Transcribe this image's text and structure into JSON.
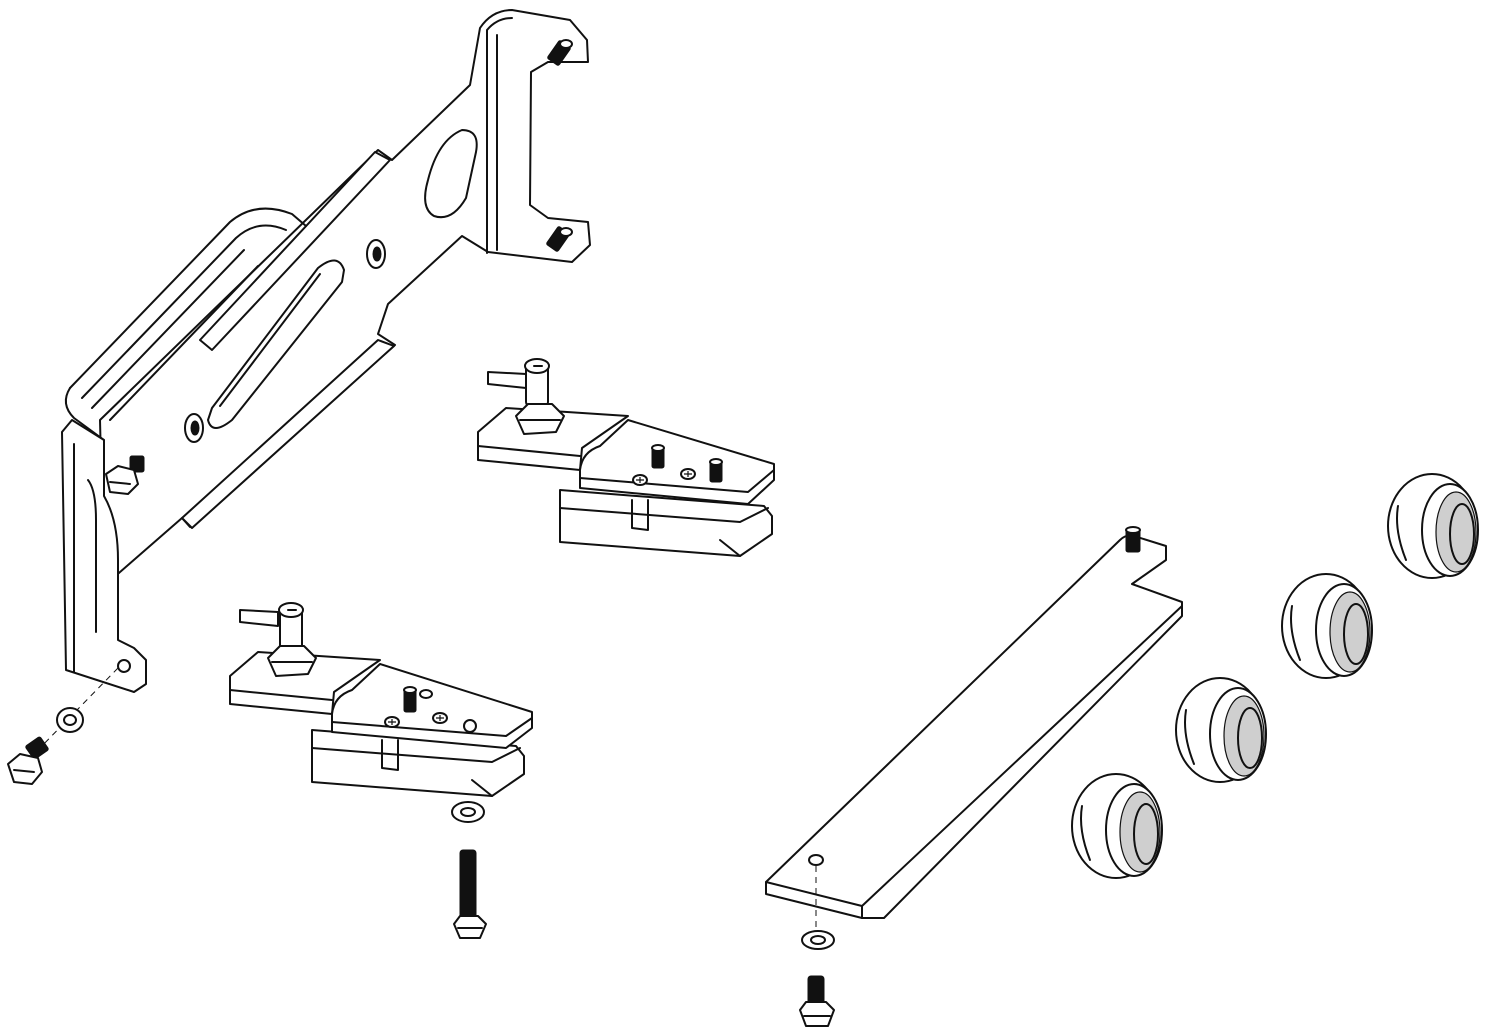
{
  "diagram": {
    "kind": "exploded-assembly-line-drawing",
    "colors": {
      "line": "#111111",
      "background": "#ffffff",
      "fastener_fill": "#111111",
      "shade": "#cfcfcf"
    },
    "parts": [
      {
        "id": "mounting-bracket",
        "count": 1
      },
      {
        "id": "clamp-block-assembly",
        "count": 2
      },
      {
        "id": "flat-base-plate",
        "count": 1
      },
      {
        "id": "threaded-cap",
        "count": 4
      },
      {
        "id": "hex-bolt",
        "count": 4
      },
      {
        "id": "washer",
        "count": 3
      }
    ]
  }
}
